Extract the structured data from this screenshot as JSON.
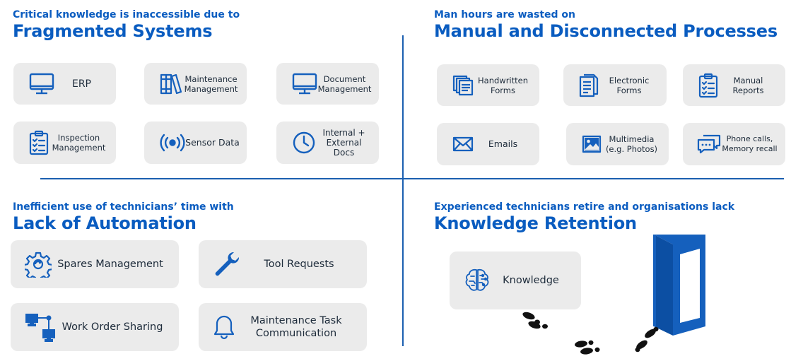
{
  "quadrants": {
    "top_left": {
      "kicker": "Critical knowledge is inaccessible due to",
      "title": "Fragmented Systems",
      "items": [
        {
          "label": "ERP",
          "icon": "monitor-icon"
        },
        {
          "label": "Maintenance\nManagement",
          "icon": "binders-icon"
        },
        {
          "label": "Document\nManagement",
          "icon": "monitor-icon"
        },
        {
          "label": "Inspection\nManagement",
          "icon": "clipboard-icon"
        },
        {
          "label": "Sensor Data",
          "icon": "signal-icon"
        },
        {
          "label": "Internal +\nExternal Docs",
          "icon": "clock-icon"
        }
      ]
    },
    "top_right": {
      "kicker": "Man hours are wasted on",
      "title": "Manual and Disconnected Processes",
      "items": [
        {
          "label": "Handwritten\nForms",
          "icon": "stacked-pages-icon"
        },
        {
          "label": "Electronic\nForms",
          "icon": "document-icon"
        },
        {
          "label": "Manual\nReports",
          "icon": "clipboard-icon"
        },
        {
          "label": "Emails",
          "icon": "envelope-icon"
        },
        {
          "label": "Multimedia\n(e.g. Photos)",
          "icon": "image-icon"
        },
        {
          "label": "Phone calls,\nMemory recall",
          "icon": "chat-icon"
        }
      ]
    },
    "bottom_left": {
      "kicker": "Inefficient use of technicians’ time with",
      "title": "Lack of Automation",
      "items": [
        {
          "label": "Spares Management",
          "icon": "gear-icon"
        },
        {
          "label": "Tool Requests",
          "icon": "wrench-icon"
        },
        {
          "label": "Work Order Sharing",
          "icon": "network-icon"
        },
        {
          "label": "Maintenance Task\nCommunication",
          "icon": "bell-icon"
        }
      ]
    },
    "bottom_right": {
      "kicker": "Experienced technicians retire and organisations lack",
      "title": "Knowledge Retention",
      "items": [
        {
          "label": "Knowledge",
          "icon": "brain-icon"
        }
      ]
    }
  },
  "colors": {
    "accent": "#0a5cc0",
    "card": "#ebebeb",
    "icon": "#1560bd"
  }
}
